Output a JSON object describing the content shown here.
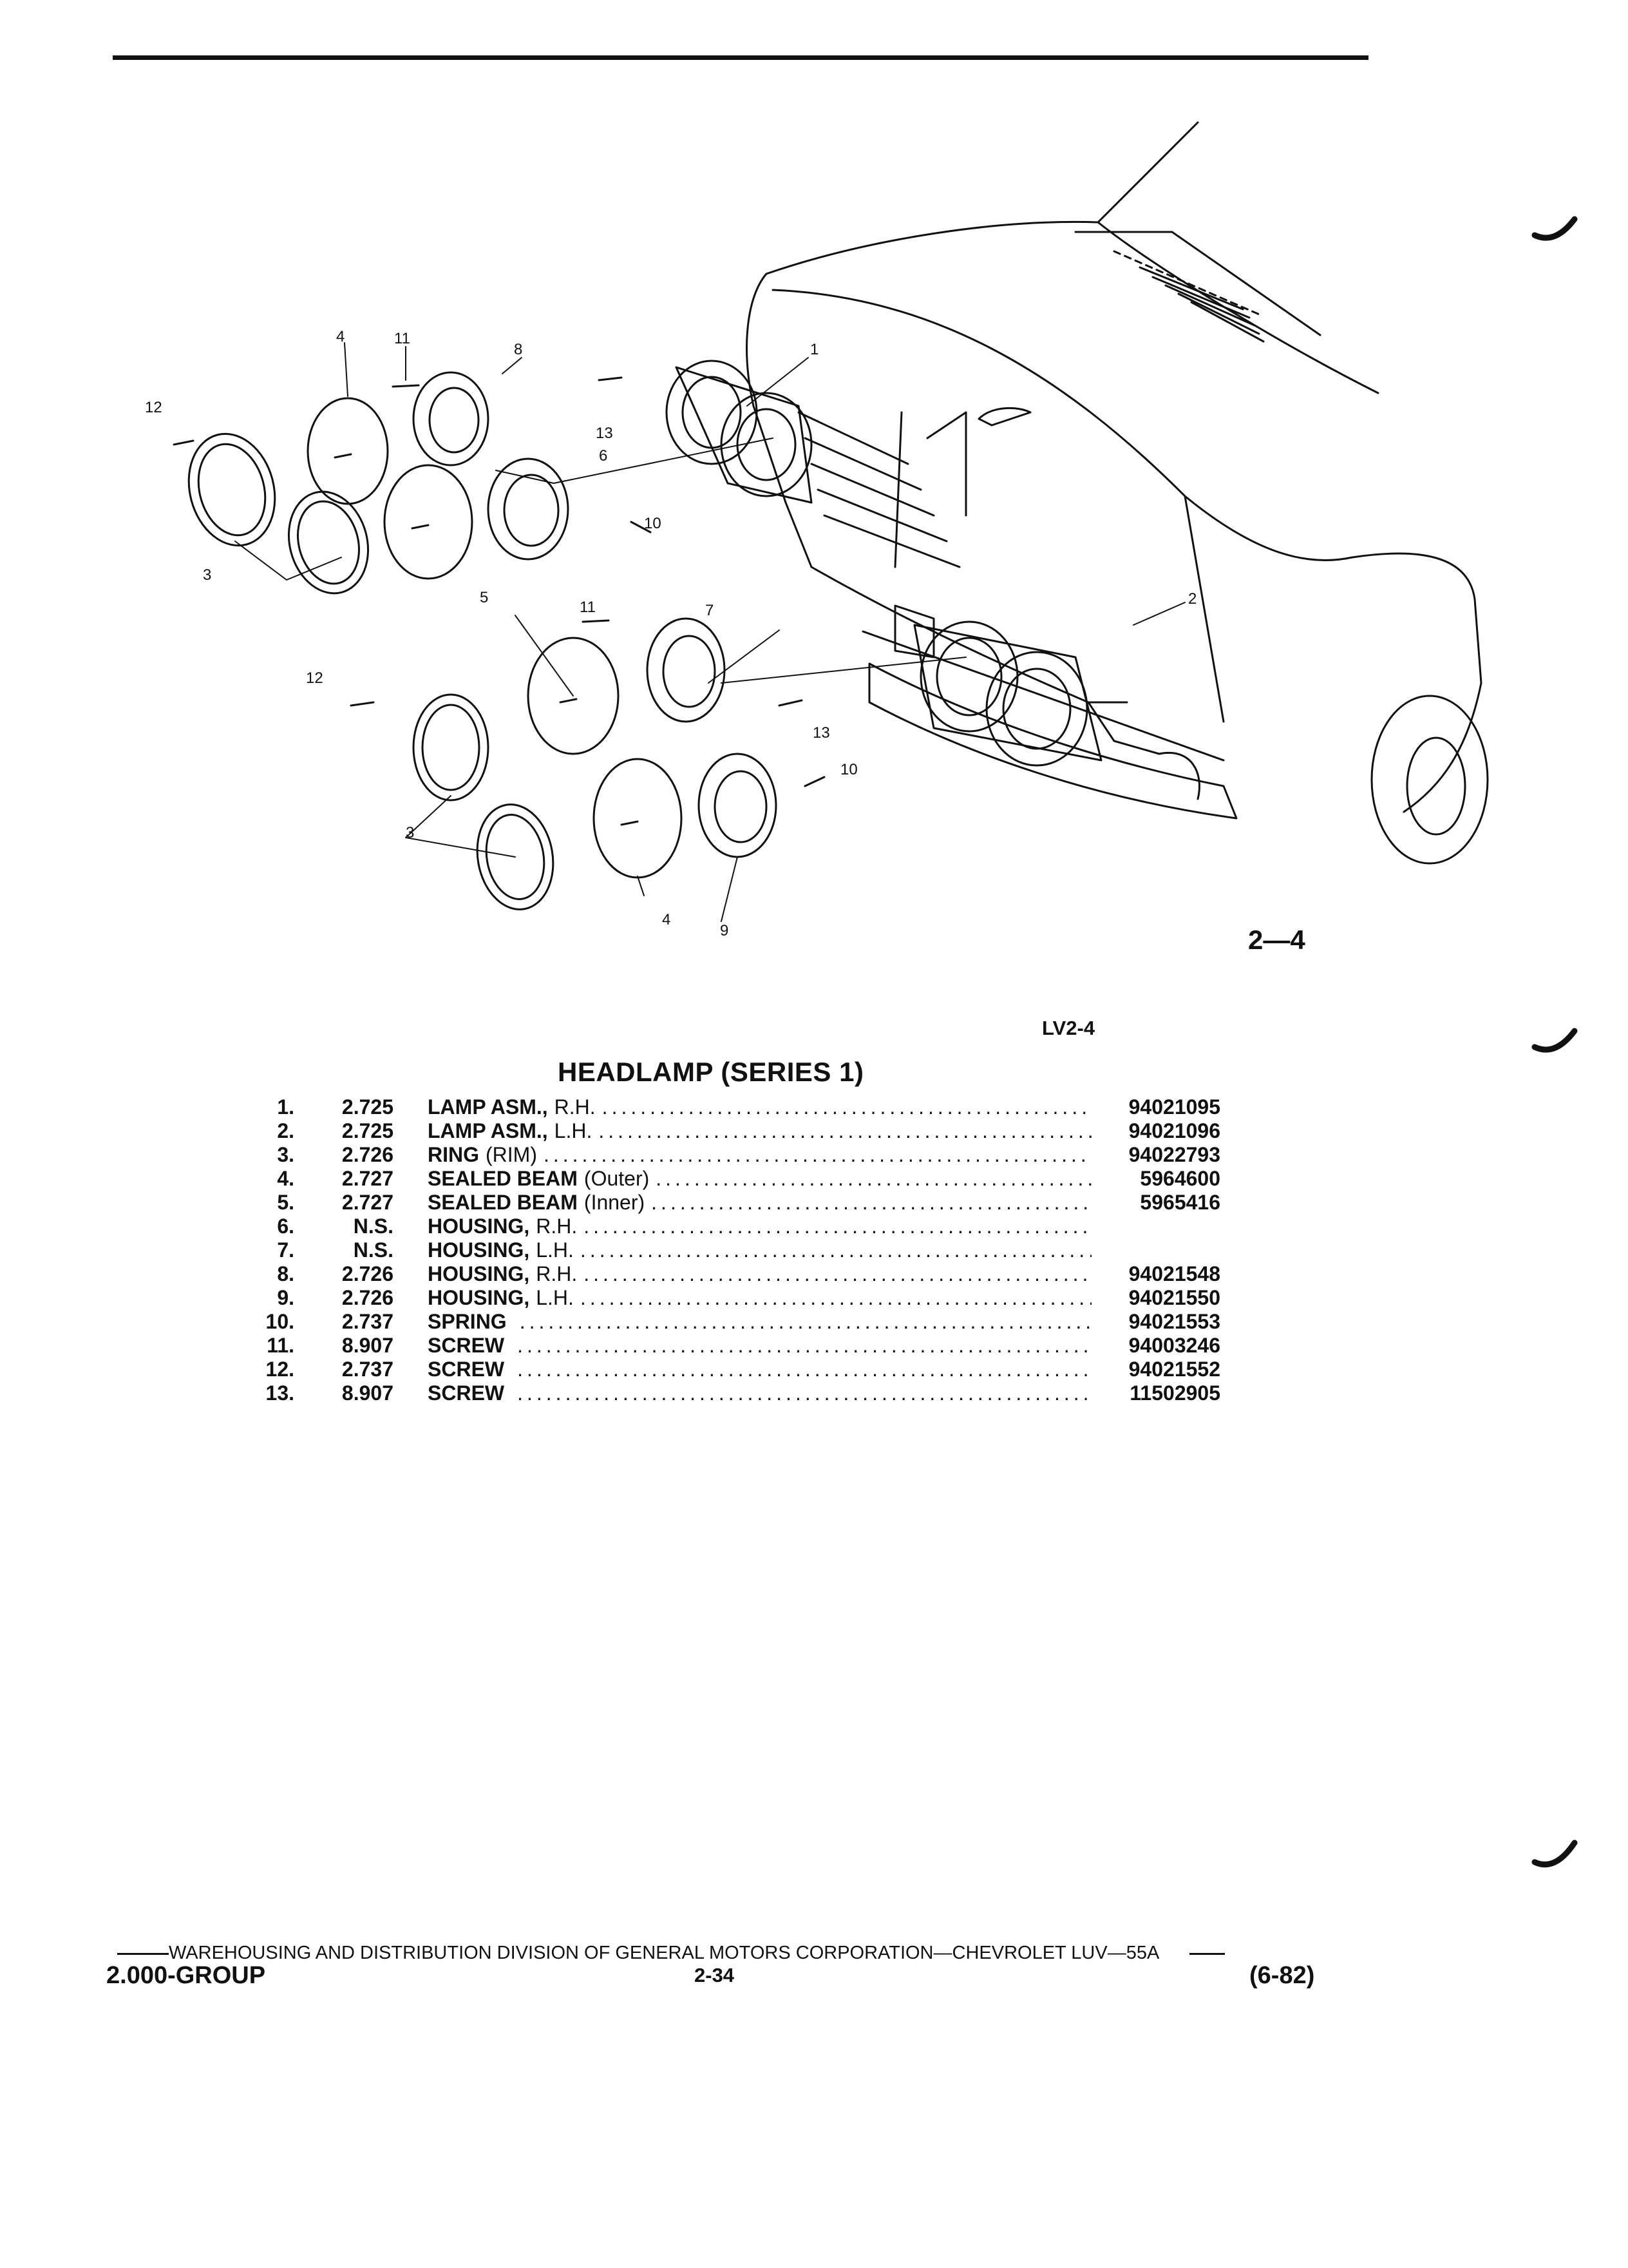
{
  "figure": {
    "number": "2—4",
    "code": "LV2-4",
    "callouts": [
      "1",
      "2",
      "3",
      "3",
      "4",
      "4",
      "5",
      "6",
      "7",
      "8",
      "9",
      "10",
      "10",
      "11",
      "11",
      "12",
      "12",
      "13",
      "13"
    ]
  },
  "section_title": "HEADLAMP (SERIES 1)",
  "parts": [
    {
      "num": "1.",
      "group": "2.725",
      "name": "LAMP ASM.,",
      "qual": "R.H.",
      "part_no": "94021095"
    },
    {
      "num": "2.",
      "group": "2.725",
      "name": "LAMP ASM.,",
      "qual": "L.H.",
      "part_no": "94021096"
    },
    {
      "num": "3.",
      "group": "2.726",
      "name": "RING",
      "qual": "(RIM)",
      "part_no": "94022793"
    },
    {
      "num": "4.",
      "group": "2.727",
      "name": "SEALED BEAM",
      "qual": "(Outer)",
      "part_no": "5964600"
    },
    {
      "num": "5.",
      "group": "2.727",
      "name": "SEALED BEAM",
      "qual": "(Inner)",
      "part_no": "5965416"
    },
    {
      "num": "6.",
      "group": "N.S.",
      "name": "HOUSING,",
      "qual": "R.H.",
      "part_no": ""
    },
    {
      "num": "7.",
      "group": "N.S.",
      "name": "HOUSING,",
      "qual": "L.H.",
      "part_no": ""
    },
    {
      "num": "8.",
      "group": "2.726",
      "name": "HOUSING,",
      "qual": "R.H.",
      "part_no": "94021548"
    },
    {
      "num": "9.",
      "group": "2.726",
      "name": "HOUSING,",
      "qual": "L.H.",
      "part_no": "94021550"
    },
    {
      "num": "10.",
      "group": "2.737",
      "name": "SPRING",
      "qual": "",
      "part_no": "94021553"
    },
    {
      "num": "11.",
      "group": "8.907",
      "name": "SCREW",
      "qual": "",
      "part_no": "94003246"
    },
    {
      "num": "12.",
      "group": "2.737",
      "name": "SCREW",
      "qual": "",
      "part_no": "94021552"
    },
    {
      "num": "13.",
      "group": "8.907",
      "name": "SCREW",
      "qual": "",
      "part_no": "11502905"
    }
  ],
  "footer": {
    "line": "WAREHOUSING AND DISTRIBUTION  DIVISION OF GENERAL MOTORS CORPORATION—CHEVROLET LUV—55A",
    "group": "2.000-GROUP",
    "page": "2-34",
    "date": "(6-82)"
  }
}
